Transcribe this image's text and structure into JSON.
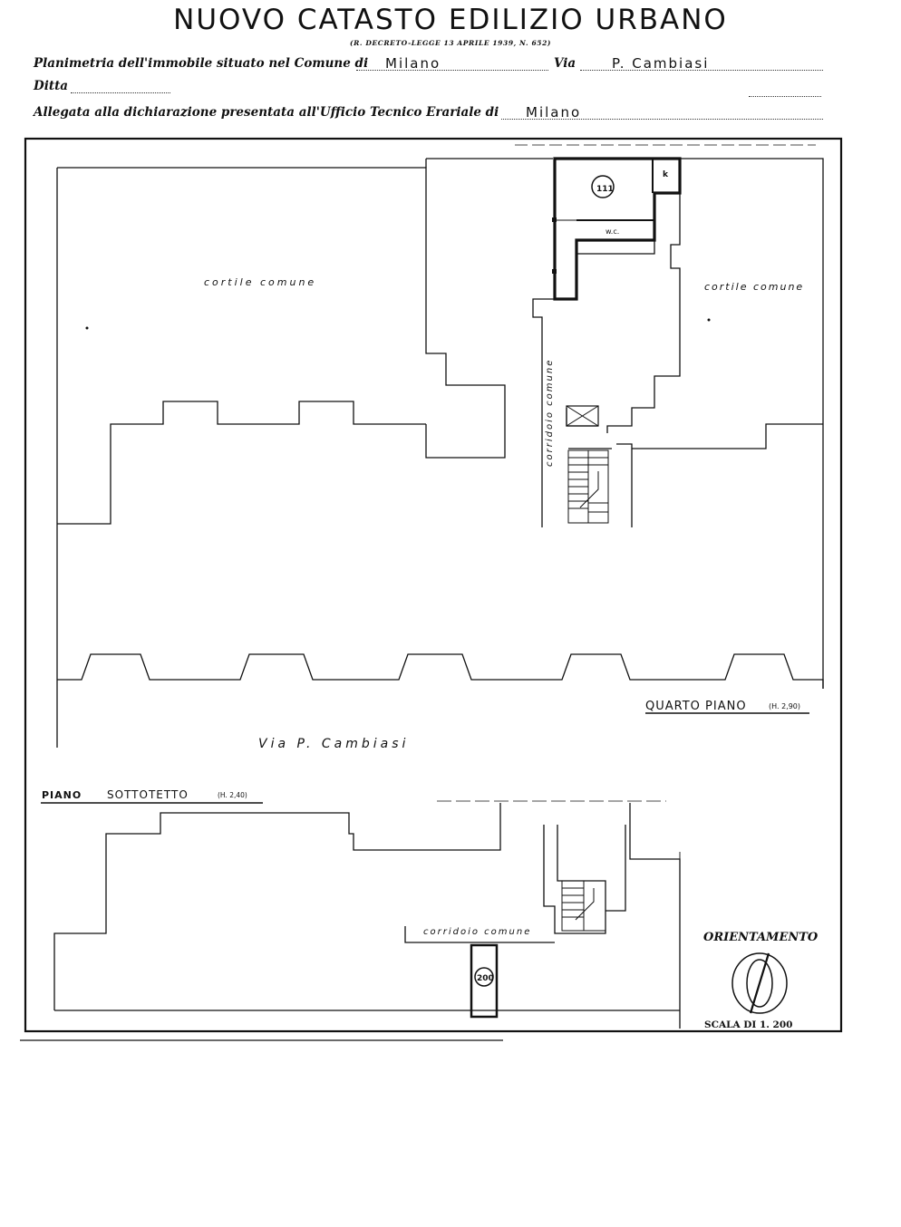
{
  "header": {
    "title": "NUOVO CATASTO EDILIZIO URBANO",
    "decree": "(R. DECRETO-LEGGE 13 APRILE 1939, N. 652)",
    "planimetria_label": "Planimetria dell'immobile situato nel Comune di",
    "comune_value": "Milano",
    "via_label": "Via",
    "via_value": "P. Cambiasi",
    "ditta_label": "Ditta",
    "allegata_label": "Allegata alla dichiarazione presentata all'Ufficio Tecnico Erariale di",
    "ufficio_value": "Milano"
  },
  "plan": {
    "cortile_left": "cortile comune",
    "cortile_right": "cortile comune",
    "corridoio_vertical": "corridoio comune",
    "unit_number": "111",
    "kitchen_label": "k",
    "wc_label": "w.c.",
    "floor_label": "QUARTO PIANO",
    "floor_height": "(H. 2,90)",
    "street_label": "Via P. Cambiasi",
    "attic_label_a": "PIANO",
    "attic_label_b": "SOTTOTETTO",
    "attic_height": "(H. 2,40)",
    "corridoio_attic": "corridoio comune",
    "attic_unit_number": "200",
    "orientation_label": "ORIENTAMENTO",
    "scale_label": "SCALA DI 1. 200"
  }
}
